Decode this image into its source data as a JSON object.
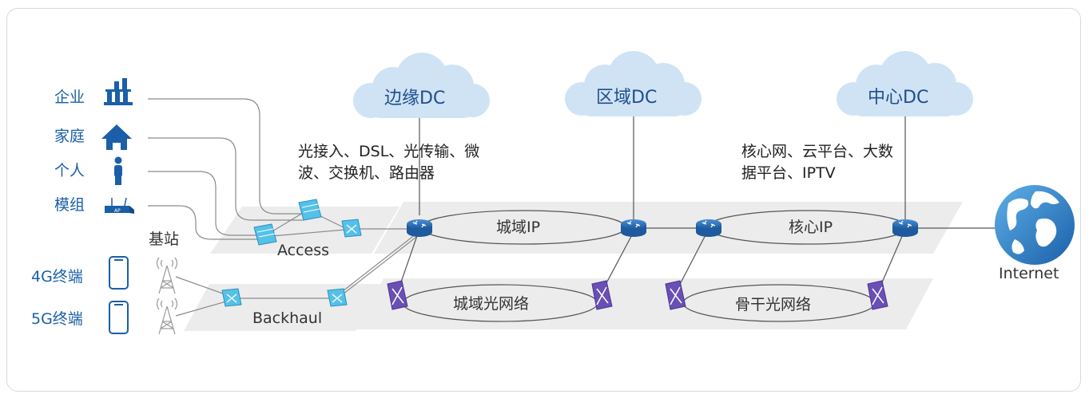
{
  "endpoints": {
    "enterprise": "企业",
    "home": "家庭",
    "personal": "个人",
    "module": "模组",
    "base_station": "基站",
    "terminal_4g": "4G终端",
    "terminal_5g": "5G终端"
  },
  "clouds": {
    "edge_dc": "边缘DC",
    "region_dc": "区域DC",
    "center_dc": "中心DC"
  },
  "descriptions": {
    "edge": "光接入、DSL、光传输、微波、交换机、路由器",
    "center": "核心网、云平台、大数据平台、IPTV"
  },
  "networks": {
    "access": "Access",
    "backhaul": "Backhaul",
    "metro_ip": "城域IP",
    "core_ip": "核心IP",
    "metro_optical": "城域光网络",
    "backbone_optical": "骨干光网络",
    "internet": "Internet"
  },
  "colors": {
    "accent_blue": "#1a5fa8",
    "cloud_fill": "#cfe3f5",
    "router_blue": "#2a6db5",
    "switch_cyan": "#55c1e8",
    "oxc_purple": "#6a4fb5",
    "plane_gray": "#ececec",
    "line_gray": "#8a8a8a"
  }
}
